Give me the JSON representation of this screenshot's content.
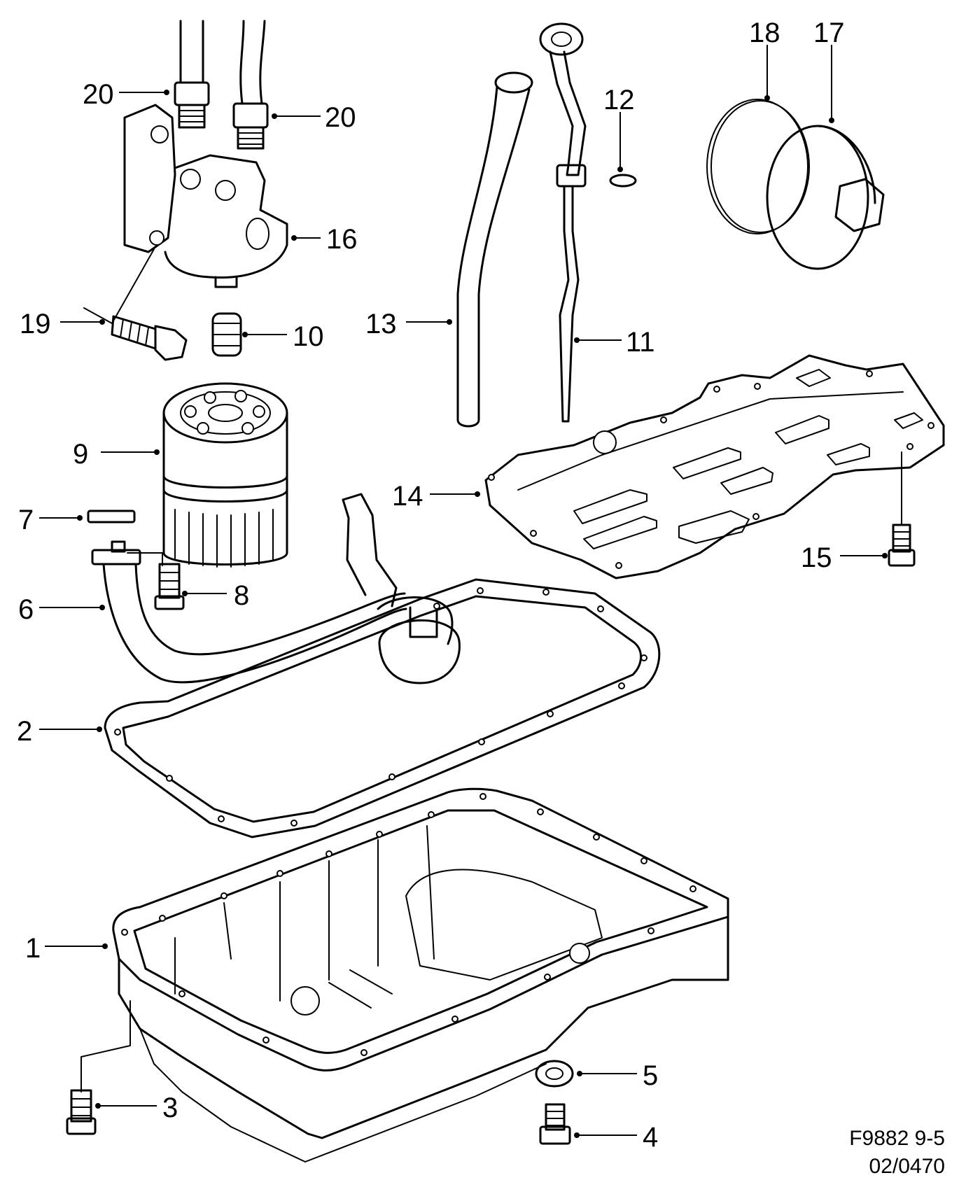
{
  "callouts": [
    {
      "id": "1",
      "label": "1"
    },
    {
      "id": "2",
      "label": "2"
    },
    {
      "id": "3",
      "label": "3"
    },
    {
      "id": "4",
      "label": "4"
    },
    {
      "id": "5",
      "label": "5"
    },
    {
      "id": "6",
      "label": "6"
    },
    {
      "id": "7",
      "label": "7"
    },
    {
      "id": "8",
      "label": "8"
    },
    {
      "id": "9",
      "label": "9"
    },
    {
      "id": "10",
      "label": "10"
    },
    {
      "id": "11",
      "label": "11"
    },
    {
      "id": "12",
      "label": "12"
    },
    {
      "id": "13",
      "label": "13"
    },
    {
      "id": "14",
      "label": "14"
    },
    {
      "id": "15",
      "label": "15"
    },
    {
      "id": "16",
      "label": "16"
    },
    {
      "id": "17",
      "label": "17"
    },
    {
      "id": "18",
      "label": "18"
    },
    {
      "id": "19",
      "label": "19"
    },
    {
      "id": "20a",
      "label": "20"
    },
    {
      "id": "20b",
      "label": "20"
    }
  ],
  "reference": {
    "line1": "F9882 9-5",
    "line2": "02/0470"
  }
}
